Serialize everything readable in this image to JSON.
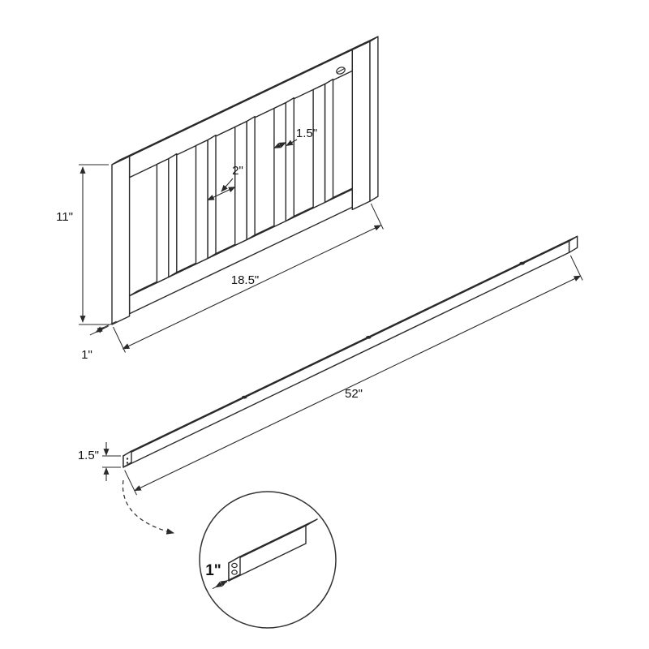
{
  "diagram": {
    "panel": {
      "height_label": "11\"",
      "width_label": "18.5\"",
      "thickness_label": "1\"",
      "slat_gap_label": "2\"",
      "slat_width_label": "1.5\""
    },
    "rail": {
      "length_label": "52\"",
      "height_label": "1.5\"",
      "detail_width_label": "1\""
    }
  }
}
